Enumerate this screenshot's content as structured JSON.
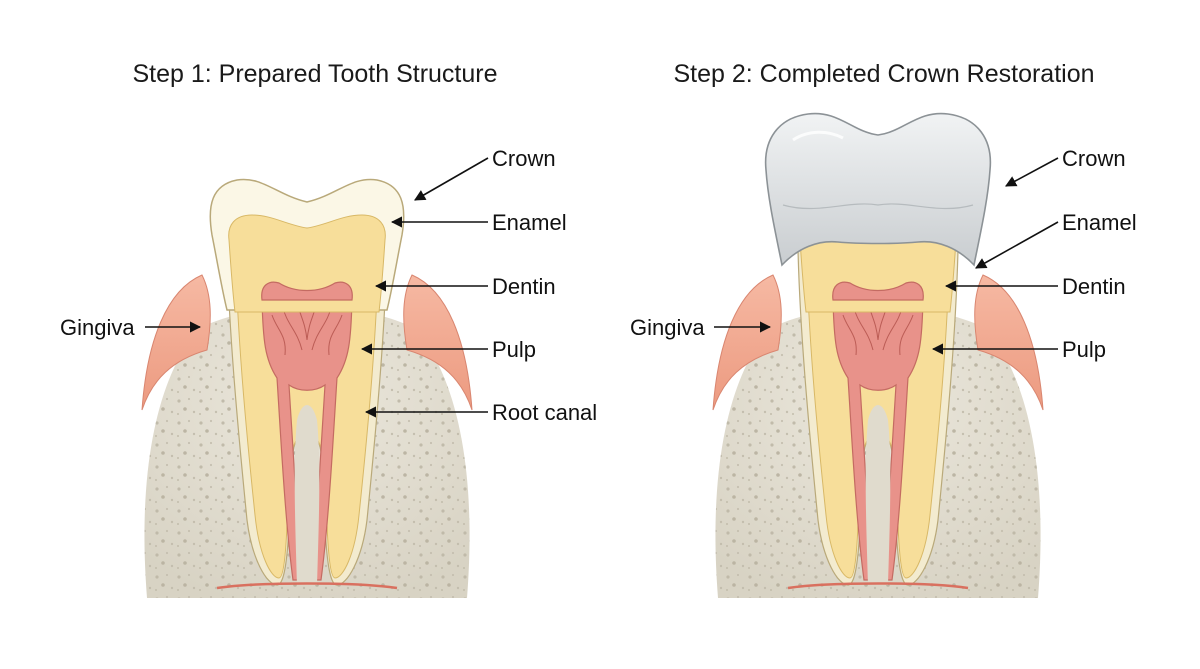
{
  "panels": [
    {
      "title": "Step 1: Prepared Tooth Structure",
      "labels": {
        "crown": "Crown",
        "enamel": "Enamel",
        "dentin": "Dentin",
        "pulp": "Pulp",
        "root_canal": "Root canal",
        "gingiva": "Gingiva"
      }
    },
    {
      "title": "Step 2: Completed Crown Restoration",
      "labels": {
        "crown": "Crown",
        "enamel": "Enamel",
        "dentin": "Dentin",
        "pulp": "Pulp",
        "gingiva": "Gingiva"
      }
    }
  ],
  "colors": {
    "gingiva": "#f2a98f",
    "bone": "#e6e2d6",
    "enamel": "#fbf7e6",
    "dentin": "#f7de9a",
    "pulp": "#e8928a",
    "crown_restoration": "#dde0e2"
  }
}
